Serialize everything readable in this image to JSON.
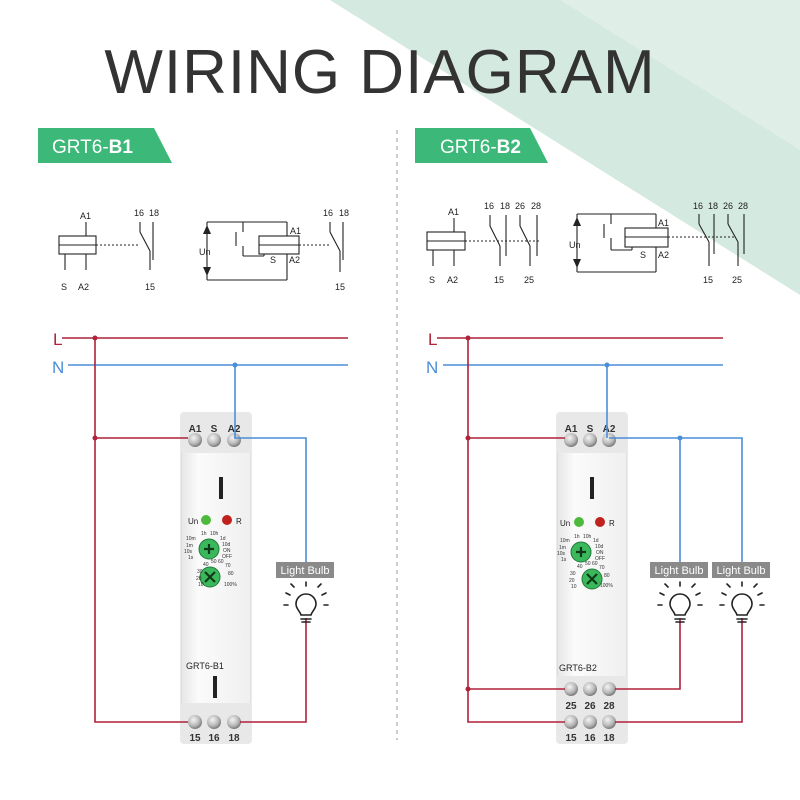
{
  "title": "WIRING DIAGRAM",
  "colors": {
    "accent": "#3cb878",
    "line_L": "#b0213a",
    "line_N": "#4a8ed8",
    "corner": "#cfe6dc"
  },
  "lines": {
    "L": "L",
    "N": "N"
  },
  "b1": {
    "ribbon_prefix": "GRT6-",
    "ribbon_bold": "B1",
    "schematic": {
      "a1": "A1",
      "a2": "A2",
      "s": "S",
      "un": "Un",
      "t15": "15",
      "t16": "16",
      "t18": "18"
    },
    "device": {
      "top_terms": [
        "A1",
        "S",
        "A2"
      ],
      "bottom_terms": [
        "15",
        "16",
        "18"
      ],
      "label": "GRT6-B1",
      "led_un": "Un",
      "led_r": "R",
      "dial1": [
        "10m",
        "1h",
        "10h",
        "1d",
        "10d",
        "ON",
        "OFF",
        "1m",
        "10s",
        "1s"
      ],
      "dial2": [
        "40",
        "50",
        "60",
        "70",
        "80",
        "100%",
        "30",
        "20",
        "10"
      ]
    },
    "bulb_label": "Light Bulb"
  },
  "b2": {
    "ribbon_prefix": "GRT6-",
    "ribbon_bold": "B2",
    "schematic": {
      "a1": "A1",
      "a2": "A2",
      "s": "S",
      "un": "Un",
      "t15": "15",
      "t16": "16",
      "t18": "18",
      "t25": "25",
      "t26": "26",
      "t28": "28"
    },
    "device": {
      "top_terms": [
        "A1",
        "S",
        "A2"
      ],
      "mid_terms": [
        "25",
        "26",
        "28"
      ],
      "bottom_terms": [
        "15",
        "16",
        "18"
      ],
      "label": "GRT6-B2",
      "led_un": "Un",
      "led_r": "R",
      "dial1": [
        "10m",
        "1h",
        "10h",
        "1d",
        "10d",
        "ON",
        "OFF",
        "1m",
        "10s",
        "1s"
      ],
      "dial2": [
        "40",
        "50",
        "60",
        "70",
        "80",
        "100%",
        "30",
        "20",
        "10"
      ]
    },
    "bulb_label_1": "Light Bulb",
    "bulb_label_2": "Light Bulb"
  }
}
